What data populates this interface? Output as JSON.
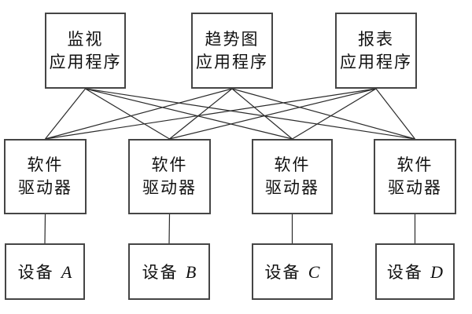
{
  "diagram": {
    "nodes": {
      "applications": [
        {
          "id": "app1",
          "line1": "监视",
          "line2": "应用程序"
        },
        {
          "id": "app2",
          "line1": "趋势图",
          "line2": "应用程序"
        },
        {
          "id": "app3",
          "line1": "报表",
          "line2": "应用程序"
        }
      ],
      "drivers": [
        {
          "id": "drv1",
          "line1": "软件",
          "line2": "驱动器"
        },
        {
          "id": "drv2",
          "line1": "软件",
          "line2": "驱动器"
        },
        {
          "id": "drv3",
          "line1": "软件",
          "line2": "驱动器"
        },
        {
          "id": "drv4",
          "line1": "软件",
          "line2": "驱动器"
        }
      ],
      "devices": [
        {
          "id": "dev1",
          "name": "设备",
          "letter": "A"
        },
        {
          "id": "dev2",
          "name": "设备",
          "letter": "B"
        },
        {
          "id": "dev3",
          "name": "设备",
          "letter": "C"
        },
        {
          "id": "dev4",
          "name": "设备",
          "letter": "D"
        }
      ]
    },
    "edges": [
      [
        "app1",
        "drv1"
      ],
      [
        "app1",
        "drv2"
      ],
      [
        "app1",
        "drv3"
      ],
      [
        "app1",
        "drv4"
      ],
      [
        "app2",
        "drv1"
      ],
      [
        "app2",
        "drv2"
      ],
      [
        "app2",
        "drv3"
      ],
      [
        "app2",
        "drv4"
      ],
      [
        "app3",
        "drv1"
      ],
      [
        "app3",
        "drv2"
      ],
      [
        "app3",
        "drv3"
      ],
      [
        "app3",
        "drv4"
      ],
      [
        "drv1",
        "dev1"
      ],
      [
        "drv2",
        "dev2"
      ],
      [
        "drv3",
        "dev3"
      ],
      [
        "drv4",
        "dev4"
      ]
    ]
  },
  "colors": {
    "background": "#ffffff",
    "box_fill": "#ffffff",
    "border": "#454545",
    "connector": "#2a2a2a",
    "text": "#111111"
  }
}
